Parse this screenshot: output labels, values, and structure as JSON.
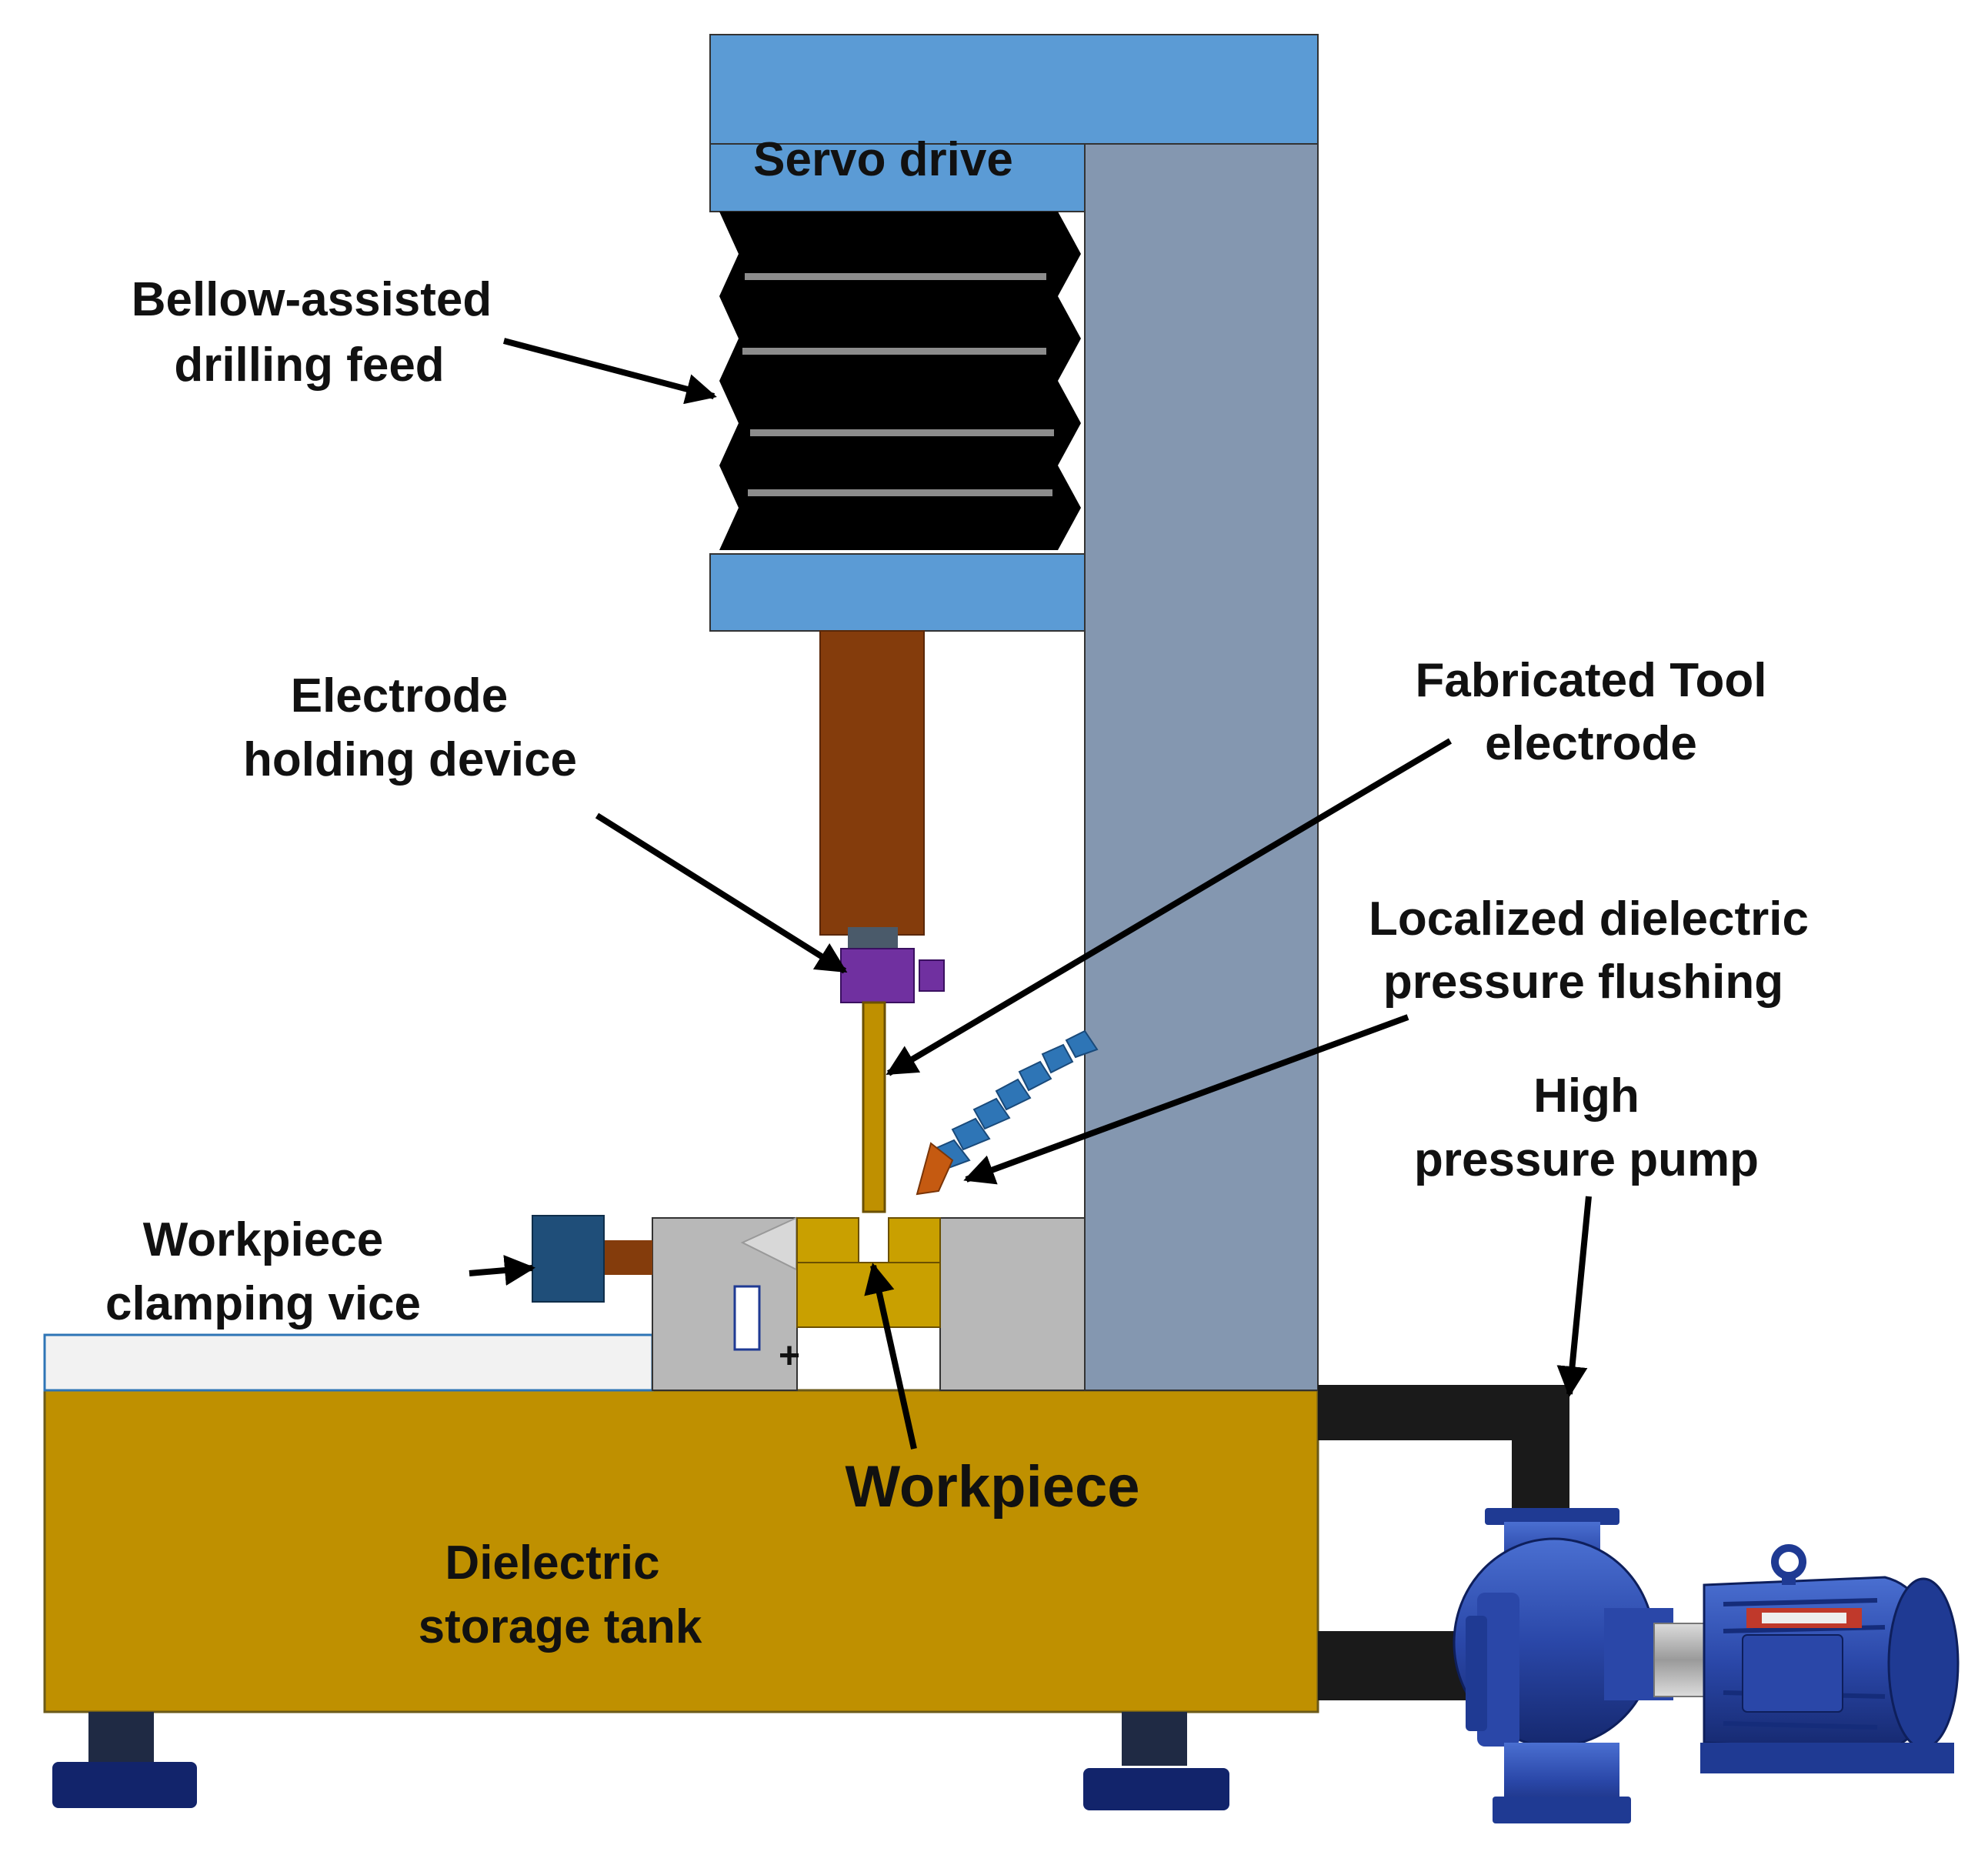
{
  "labels": {
    "servo_drive": "Servo drive",
    "bellow_line1": "Bellow-assisted",
    "bellow_line2": "drilling feed",
    "electrode_holder_line1": "Electrode",
    "electrode_holder_line2": "holding device",
    "tool_electrode_line1": "Fabricated Tool",
    "tool_electrode_line2": "electrode",
    "flushing_line1": "Localized dielectric",
    "flushing_line2": "pressure flushing",
    "pump_line1": "High",
    "pump_line2": "pressure pump",
    "vice_line1": "Workpiece",
    "vice_line2": "clamping vice",
    "workpiece": "Workpiece",
    "tank_line1": "Dielectric",
    "tank_line2": "storage tank",
    "polarity_mark": "+"
  },
  "colors": {
    "frame_blue": "#5b9bd5",
    "column_grey": "#8497b0",
    "bellow_black": "#000000",
    "bellow_stripe": "#8c8c8c",
    "ram_brown": "#843c0c",
    "holder_purple": "#7030a0",
    "electrode_gold": "#bf9000",
    "nozzle_blue": "#2e75b6",
    "nozzle_orange": "#c55a11",
    "workpiece_gold": "#c9a000",
    "vice_grey": "#b8b8b8",
    "tank_gold": "#bf9000",
    "pipe_black": "#1a1a1a",
    "pump_blue": "#1f3a93",
    "foot_navy": "#12246b"
  }
}
